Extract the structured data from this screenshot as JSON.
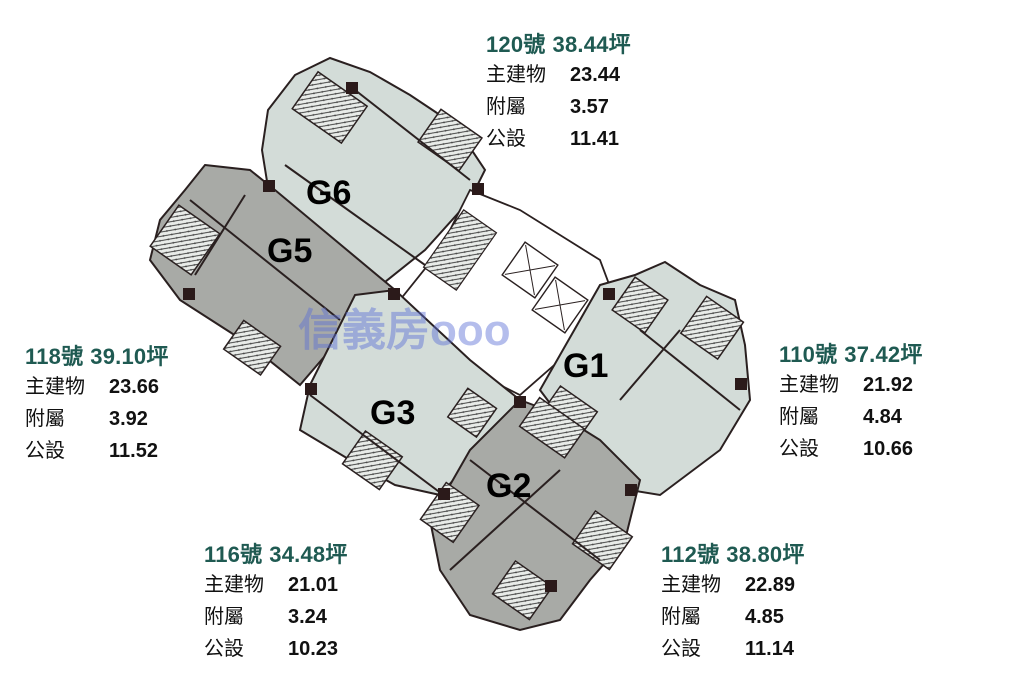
{
  "colors": {
    "title_green": "#1f5a52",
    "text_black": "#111111",
    "unit_light": "#d3dcd8",
    "unit_dark": "#a8aaa6",
    "wall": "#2a2020",
    "column": "#2b1a1a",
    "watermark": "#5b6fd6"
  },
  "plan": {
    "watermark": "信義房ooo",
    "units": [
      {
        "id": "G1",
        "label": "G1",
        "shade": "light"
      },
      {
        "id": "G2",
        "label": "G2",
        "shade": "dark"
      },
      {
        "id": "G3",
        "label": "G3",
        "shade": "light"
      },
      {
        "id": "G5",
        "label": "G5",
        "shade": "dark"
      },
      {
        "id": "G6",
        "label": "G6",
        "shade": "light"
      }
    ]
  },
  "labels": {
    "main_building": "主建物",
    "annex": "附屬",
    "public": "公設"
  },
  "info_cards": [
    {
      "id": "120",
      "number": "120號",
      "total": "38.44坪",
      "main": "23.44",
      "annex": "3.57",
      "public": "11.41"
    },
    {
      "id": "118",
      "number": "118號",
      "total": "39.10坪",
      "main": "23.66",
      "annex": "3.92",
      "public": "11.52"
    },
    {
      "id": "110",
      "number": "110號",
      "total": "37.42坪",
      "main": "21.92",
      "annex": "4.84",
      "public": "10.66"
    },
    {
      "id": "116",
      "number": "116號",
      "total": "34.48坪",
      "main": "21.01",
      "annex": "3.24",
      "public": "10.23"
    },
    {
      "id": "112",
      "number": "112號",
      "total": "38.80坪",
      "main": "22.89",
      "annex": "4.85",
      "public": "11.14"
    }
  ]
}
